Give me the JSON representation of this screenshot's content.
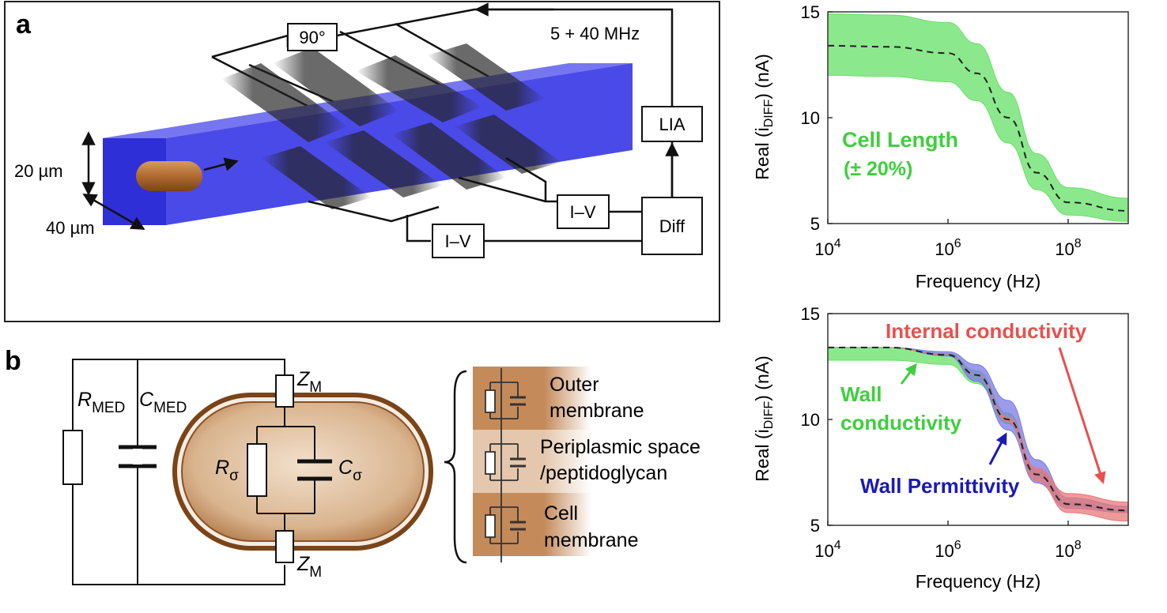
{
  "panel_a": {
    "letter": "a",
    "frequency_label": "5 + 40 MHz",
    "phase_box": "90°",
    "lia_box": "LIA",
    "iv_box_1": "I–V",
    "iv_box_2": "I–V",
    "diff_box": "Diff",
    "height_label": "20 µm",
    "width_label": "40 µm"
  },
  "panel_b": {
    "letter": "b",
    "r_med": "R",
    "r_med_sub": "MED",
    "c_med": "C",
    "c_med_sub": "MED",
    "z_m_top": "Z",
    "z_m_top_sub": "M",
    "z_m_bottom": "Z",
    "z_m_bottom_sub": "M",
    "r_sigma": "R",
    "r_sigma_sub": "σ",
    "c_sigma": "C",
    "c_sigma_sub": "σ",
    "layers": [
      {
        "line1": "Outer",
        "line2": "membrane"
      },
      {
        "line1": "Periplasmic space",
        "line2": "/peptidoglycan"
      },
      {
        "line1": "Cell",
        "line2": "membrane"
      }
    ]
  },
  "colors": {
    "channel_blue": "#3c3ce6",
    "cell_brown": "#b8703a",
    "green_band": "#66e066",
    "green_text": "#3ecf3e",
    "blue_band": "#7a7ae6",
    "blue_text": "#1a1ab8",
    "red_band": "#e87878",
    "red_text": "#e85050"
  },
  "chart_data": [
    {
      "type": "area",
      "ylabel": "Real (i",
      "ylabel_sub": "DIFF",
      "ylabel_end": ") (nA)",
      "xlabel": "Frequency (Hz)",
      "x_scale": "log",
      "xlim": [
        10000,
        1000000000
      ],
      "ylim": [
        5,
        15
      ],
      "xticks": [
        10000,
        1000000,
        100000000
      ],
      "xtick_base": "10",
      "xtick_exponents": [
        "4",
        "6",
        "8"
      ],
      "yticks": [
        "5",
        "10",
        "15"
      ],
      "annotation_line1": "Cell Length",
      "annotation_line2": "(± 20%)",
      "series": [
        {
          "style": "band",
          "color": "#66e066",
          "x": [
            10000,
            100000,
            1000000,
            3000000,
            10000000,
            30000000,
            100000000,
            1000000000
          ],
          "upper": [
            14.9,
            14.85,
            14.5,
            13.5,
            11.2,
            8.3,
            6.7,
            6.2
          ],
          "lower": [
            12,
            11.95,
            11.7,
            10.8,
            8.8,
            6.6,
            5.4,
            5.1
          ]
        },
        {
          "style": "dashed",
          "color": "#222222",
          "x": [
            10000,
            100000,
            1000000,
            3000000,
            10000000,
            30000000,
            100000000,
            1000000000
          ],
          "y": [
            13.4,
            13.35,
            13.05,
            12.1,
            10,
            7.4,
            6,
            5.6
          ]
        }
      ]
    },
    {
      "type": "area",
      "ylabel": "Real (i",
      "ylabel_sub": "DIFF",
      "ylabel_end": ") (nA)",
      "xlabel": "Frequency (Hz)",
      "x_scale": "log",
      "xlim": [
        10000,
        1000000000
      ],
      "ylim": [
        5,
        15
      ],
      "xticks": [
        10000,
        1000000,
        100000000
      ],
      "xtick_base": "10",
      "xtick_exponents": [
        "4",
        "6",
        "8"
      ],
      "yticks": [
        "5",
        "10",
        "15"
      ],
      "annotations": [
        {
          "line1": "Internal conductivity",
          "color": "#e85050"
        },
        {
          "line1": "Wall",
          "line2": "conductivity",
          "color": "#3ecf3e"
        },
        {
          "line1": "Wall Permittivity",
          "color": "#1a1ab8"
        }
      ],
      "series": [
        {
          "style": "band",
          "color": "#66e066",
          "x": [
            10000,
            100000,
            1000000,
            3000000,
            10000000,
            30000000,
            100000000,
            1000000000
          ],
          "upper": [
            13.4,
            13.4,
            13.1,
            12.3,
            10.3,
            7.6,
            6.1,
            5.7
          ],
          "lower": [
            12.8,
            12.8,
            12.6,
            11.7,
            9.8,
            7.3,
            5.9,
            5.6
          ]
        },
        {
          "style": "band",
          "color": "#7a7ae6",
          "x": [
            10000,
            100000,
            1000000,
            3000000,
            10000000,
            30000000,
            100000000,
            1000000000
          ],
          "upper": [
            13.4,
            13.4,
            13.2,
            12.6,
            10.9,
            8.1,
            6.3,
            5.9
          ],
          "lower": [
            13.4,
            13.4,
            13,
            11.8,
            9.5,
            7,
            5.8,
            5.6
          ]
        },
        {
          "style": "band",
          "color": "#e87878",
          "x": [
            10000,
            100000,
            1000000,
            3000000,
            10000000,
            30000000,
            100000000,
            1000000000
          ],
          "upper": [
            13.4,
            13.4,
            13.05,
            12.1,
            10.1,
            7.7,
            6.5,
            6.1
          ],
          "lower": [
            13.4,
            13.4,
            13.05,
            12.1,
            9.9,
            7.1,
            5.6,
            5.2
          ]
        },
        {
          "style": "dashed",
          "color": "#222222",
          "x": [
            10000,
            100000,
            1000000,
            3000000,
            10000000,
            30000000,
            100000000,
            1000000000
          ],
          "y": [
            13.4,
            13.4,
            13.05,
            12.1,
            10,
            7.4,
            6,
            5.7
          ]
        }
      ]
    }
  ]
}
